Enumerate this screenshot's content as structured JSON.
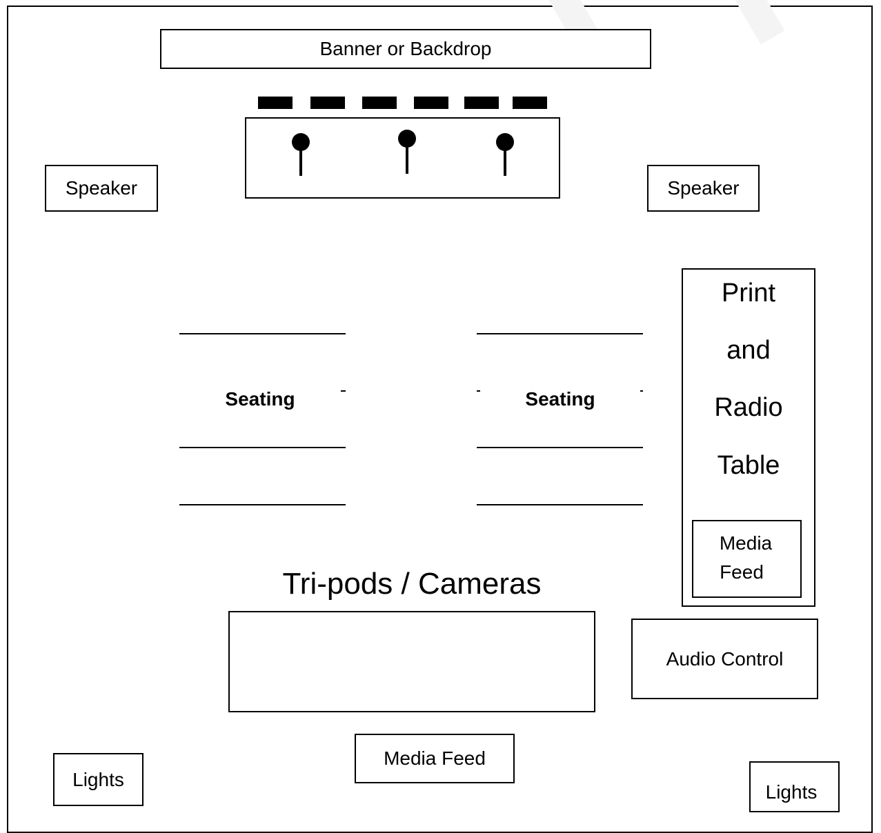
{
  "banner": "Banner or Backdrop",
  "speaker_left": "Speaker",
  "speaker_right": "Speaker",
  "print_radio": [
    "Print",
    "and",
    "Radio",
    "Table"
  ],
  "media_feed_inner": [
    "Media",
    "Feed"
  ],
  "seating_left": "Seating",
  "seating_right": "Seating",
  "cameras_title": "Tri-pods / Cameras",
  "audio_control": "Audio Control",
  "media_feed_bottom": "Media Feed",
  "lights_left": "Lights",
  "lights_right": "Lights"
}
